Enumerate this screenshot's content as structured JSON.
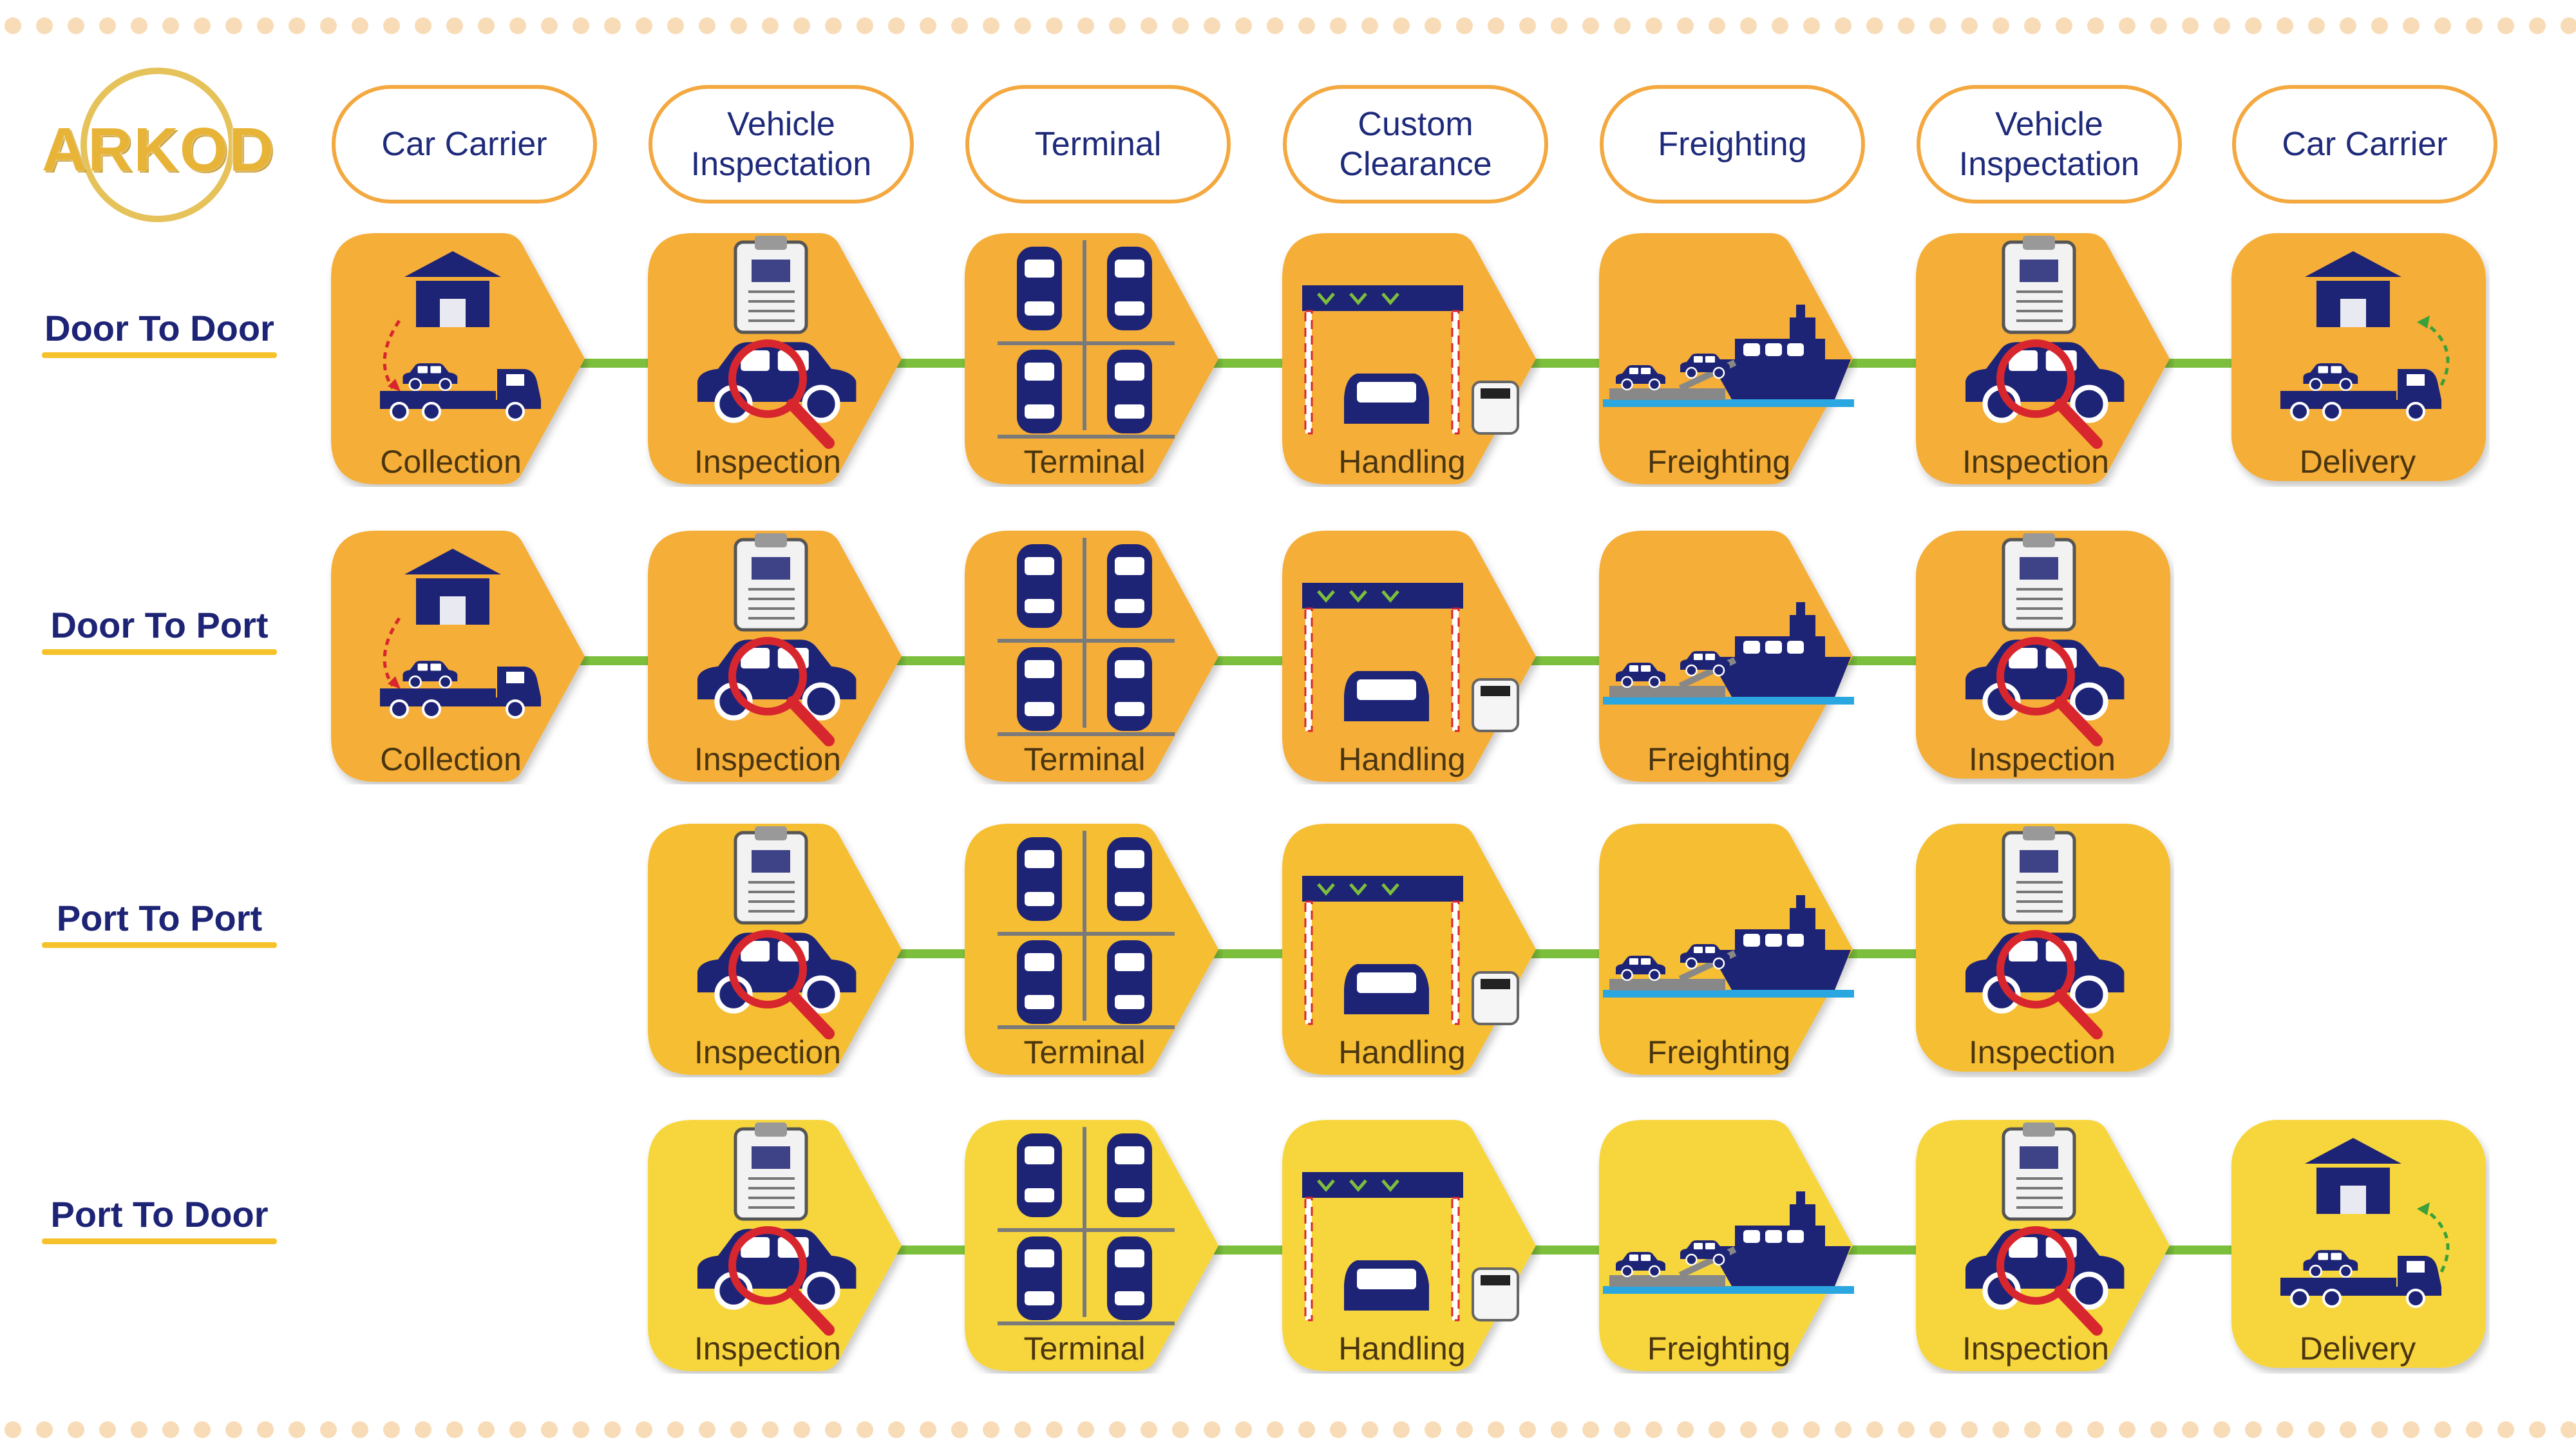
{
  "logo": {
    "text": "ARKOD"
  },
  "colors": {
    "orange": "#f5ae37",
    "gold": "#f6be32",
    "yellow": "#f7d63c",
    "navy": "#1e2475",
    "green": "#7cbf3c",
    "red": "#d8262e"
  },
  "headers": [
    "Car Carrier",
    "Vehicle Inspectation",
    "Terminal",
    "Custom Clearance",
    "Freighting",
    "Vehicle Inspectation",
    "Car Carrier"
  ],
  "rows": [
    {
      "label": "Door To Door",
      "tiles": [
        {
          "col": 0,
          "type": "collection",
          "label": "Collection"
        },
        {
          "col": 1,
          "type": "inspection",
          "label": "Inspection"
        },
        {
          "col": 2,
          "type": "terminal",
          "label": "Terminal"
        },
        {
          "col": 3,
          "type": "handling",
          "label": "Handling"
        },
        {
          "col": 4,
          "type": "freighting",
          "label": "Freighting"
        },
        {
          "col": 5,
          "type": "inspection",
          "label": "Inspection"
        },
        {
          "col": 6,
          "type": "delivery",
          "label": "Delivery"
        }
      ]
    },
    {
      "label": "Door To Port",
      "tiles": [
        {
          "col": 0,
          "type": "collection",
          "label": "Collection"
        },
        {
          "col": 1,
          "type": "inspection",
          "label": "Inspection"
        },
        {
          "col": 2,
          "type": "terminal",
          "label": "Terminal"
        },
        {
          "col": 3,
          "type": "handling",
          "label": "Handling"
        },
        {
          "col": 4,
          "type": "freighting",
          "label": "Freighting"
        },
        {
          "col": 5,
          "type": "inspection",
          "label": "Inspection"
        }
      ]
    },
    {
      "label": "Port To Port",
      "tiles": [
        {
          "col": 1,
          "type": "inspection",
          "label": "Inspection"
        },
        {
          "col": 2,
          "type": "terminal",
          "label": "Terminal"
        },
        {
          "col": 3,
          "type": "handling",
          "label": "Handling"
        },
        {
          "col": 4,
          "type": "freighting",
          "label": "Freighting"
        },
        {
          "col": 5,
          "type": "inspection",
          "label": "Inspection"
        }
      ]
    },
    {
      "label": "Port To Door",
      "tiles": [
        {
          "col": 1,
          "type": "inspection",
          "label": "Inspection"
        },
        {
          "col": 2,
          "type": "terminal",
          "label": "Terminal"
        },
        {
          "col": 3,
          "type": "handling",
          "label": "Handling"
        },
        {
          "col": 4,
          "type": "freighting",
          "label": "Freighting"
        },
        {
          "col": 5,
          "type": "inspection",
          "label": "Inspection"
        },
        {
          "col": 6,
          "type": "delivery",
          "label": "Delivery"
        }
      ]
    }
  ]
}
